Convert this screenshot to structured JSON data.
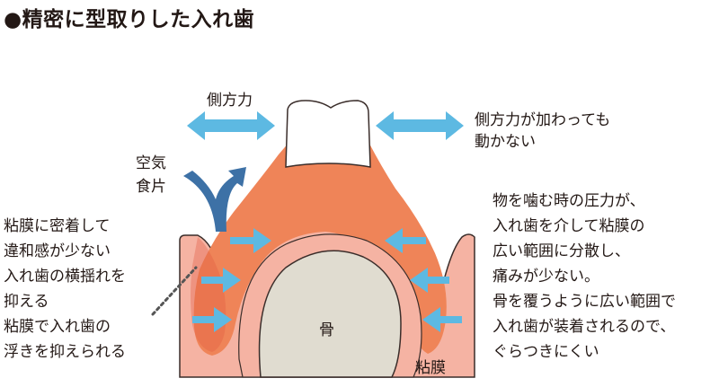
{
  "title": "●精密に型取りした入れ歯",
  "labels": {
    "lateral_force": "側方力",
    "lateral_force_note": [
      "側方力が加わっても",
      "動かない"
    ],
    "air_food": [
      "空気",
      "食片"
    ],
    "left_text": [
      "粘膜に密着して",
      "違和感が少ない",
      "入れ歯の横揺れを",
      "抑える",
      "粘膜で入れ歯の",
      "浮きを抑えられる"
    ],
    "right_text": [
      "物を噛む時の圧力が、",
      "入れ歯を介して粘膜の",
      "広い範囲に分散し、",
      "痛みが少ない。",
      "骨を覆うように広い範囲で",
      "入れ歯が装着されるので、",
      "ぐらつきにくい"
    ],
    "bone": "骨",
    "mucosa": "粘膜"
  },
  "colors": {
    "mucosa": "#f5b3a3",
    "denture": "#ef8458",
    "bone": "#e0dcd0",
    "tooth": "#ffffff",
    "arrow": "#5db9e2",
    "air_arrow": "#3d71a6",
    "outline": "#3a2d2a"
  }
}
